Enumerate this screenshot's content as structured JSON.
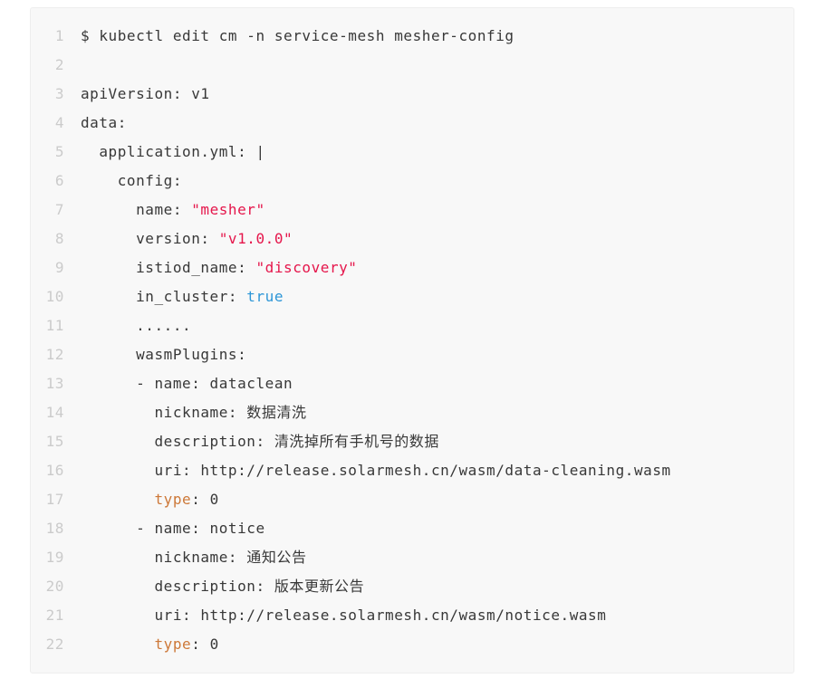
{
  "code_block": {
    "language": "yaml",
    "colors": {
      "card_background": "#f8f8f8",
      "card_border": "#eeeeee",
      "plain": "#383838",
      "line_number": "#cbcbcb",
      "string": "#e5164b",
      "boolean": "#2d96d7",
      "keyword": "#cd7838"
    },
    "lines": [
      {
        "num": "1",
        "tokens": [
          [
            "plain",
            "$ kubectl edit cm -n service-mesh mesher-config"
          ]
        ]
      },
      {
        "num": "2",
        "tokens": []
      },
      {
        "num": "3",
        "tokens": [
          [
            "plain",
            "apiVersion: v1"
          ]
        ]
      },
      {
        "num": "4",
        "tokens": [
          [
            "plain",
            "data:"
          ]
        ]
      },
      {
        "num": "5",
        "tokens": [
          [
            "plain",
            "  application.yml: |"
          ]
        ]
      },
      {
        "num": "6",
        "tokens": [
          [
            "plain",
            "    config:"
          ]
        ]
      },
      {
        "num": "7",
        "tokens": [
          [
            "plain",
            "      name: "
          ],
          [
            "string",
            "\"mesher\""
          ]
        ]
      },
      {
        "num": "8",
        "tokens": [
          [
            "plain",
            "      version: "
          ],
          [
            "string",
            "\"v1.0.0\""
          ]
        ]
      },
      {
        "num": "9",
        "tokens": [
          [
            "plain",
            "      istiod_name: "
          ],
          [
            "string",
            "\"discovery\""
          ]
        ]
      },
      {
        "num": "10",
        "tokens": [
          [
            "plain",
            "      in_cluster: "
          ],
          [
            "boolean",
            "true"
          ]
        ]
      },
      {
        "num": "11",
        "tokens": [
          [
            "plain",
            "      ......"
          ]
        ]
      },
      {
        "num": "12",
        "tokens": [
          [
            "plain",
            "      wasmPlugins:"
          ]
        ]
      },
      {
        "num": "13",
        "tokens": [
          [
            "plain",
            "      - name: dataclean"
          ]
        ]
      },
      {
        "num": "14",
        "tokens": [
          [
            "plain",
            "        nickname: 数据清洗"
          ]
        ]
      },
      {
        "num": "15",
        "tokens": [
          [
            "plain",
            "        description: 清洗掉所有手机号的数据"
          ]
        ]
      },
      {
        "num": "16",
        "tokens": [
          [
            "plain",
            "        uri: http://release.solarmesh.cn/wasm/data-cleaning.wasm"
          ]
        ]
      },
      {
        "num": "17",
        "tokens": [
          [
            "plain",
            "        "
          ],
          [
            "keyword",
            "type"
          ],
          [
            "plain",
            ": 0"
          ]
        ]
      },
      {
        "num": "18",
        "tokens": [
          [
            "plain",
            "      - name: notice"
          ]
        ]
      },
      {
        "num": "19",
        "tokens": [
          [
            "plain",
            "        nickname: 通知公告"
          ]
        ]
      },
      {
        "num": "20",
        "tokens": [
          [
            "plain",
            "        description: 版本更新公告"
          ]
        ]
      },
      {
        "num": "21",
        "tokens": [
          [
            "plain",
            "        uri: http://release.solarmesh.cn/wasm/notice.wasm"
          ]
        ]
      },
      {
        "num": "22",
        "tokens": [
          [
            "plain",
            "        "
          ],
          [
            "keyword",
            "type"
          ],
          [
            "plain",
            ": 0"
          ]
        ]
      }
    ]
  }
}
